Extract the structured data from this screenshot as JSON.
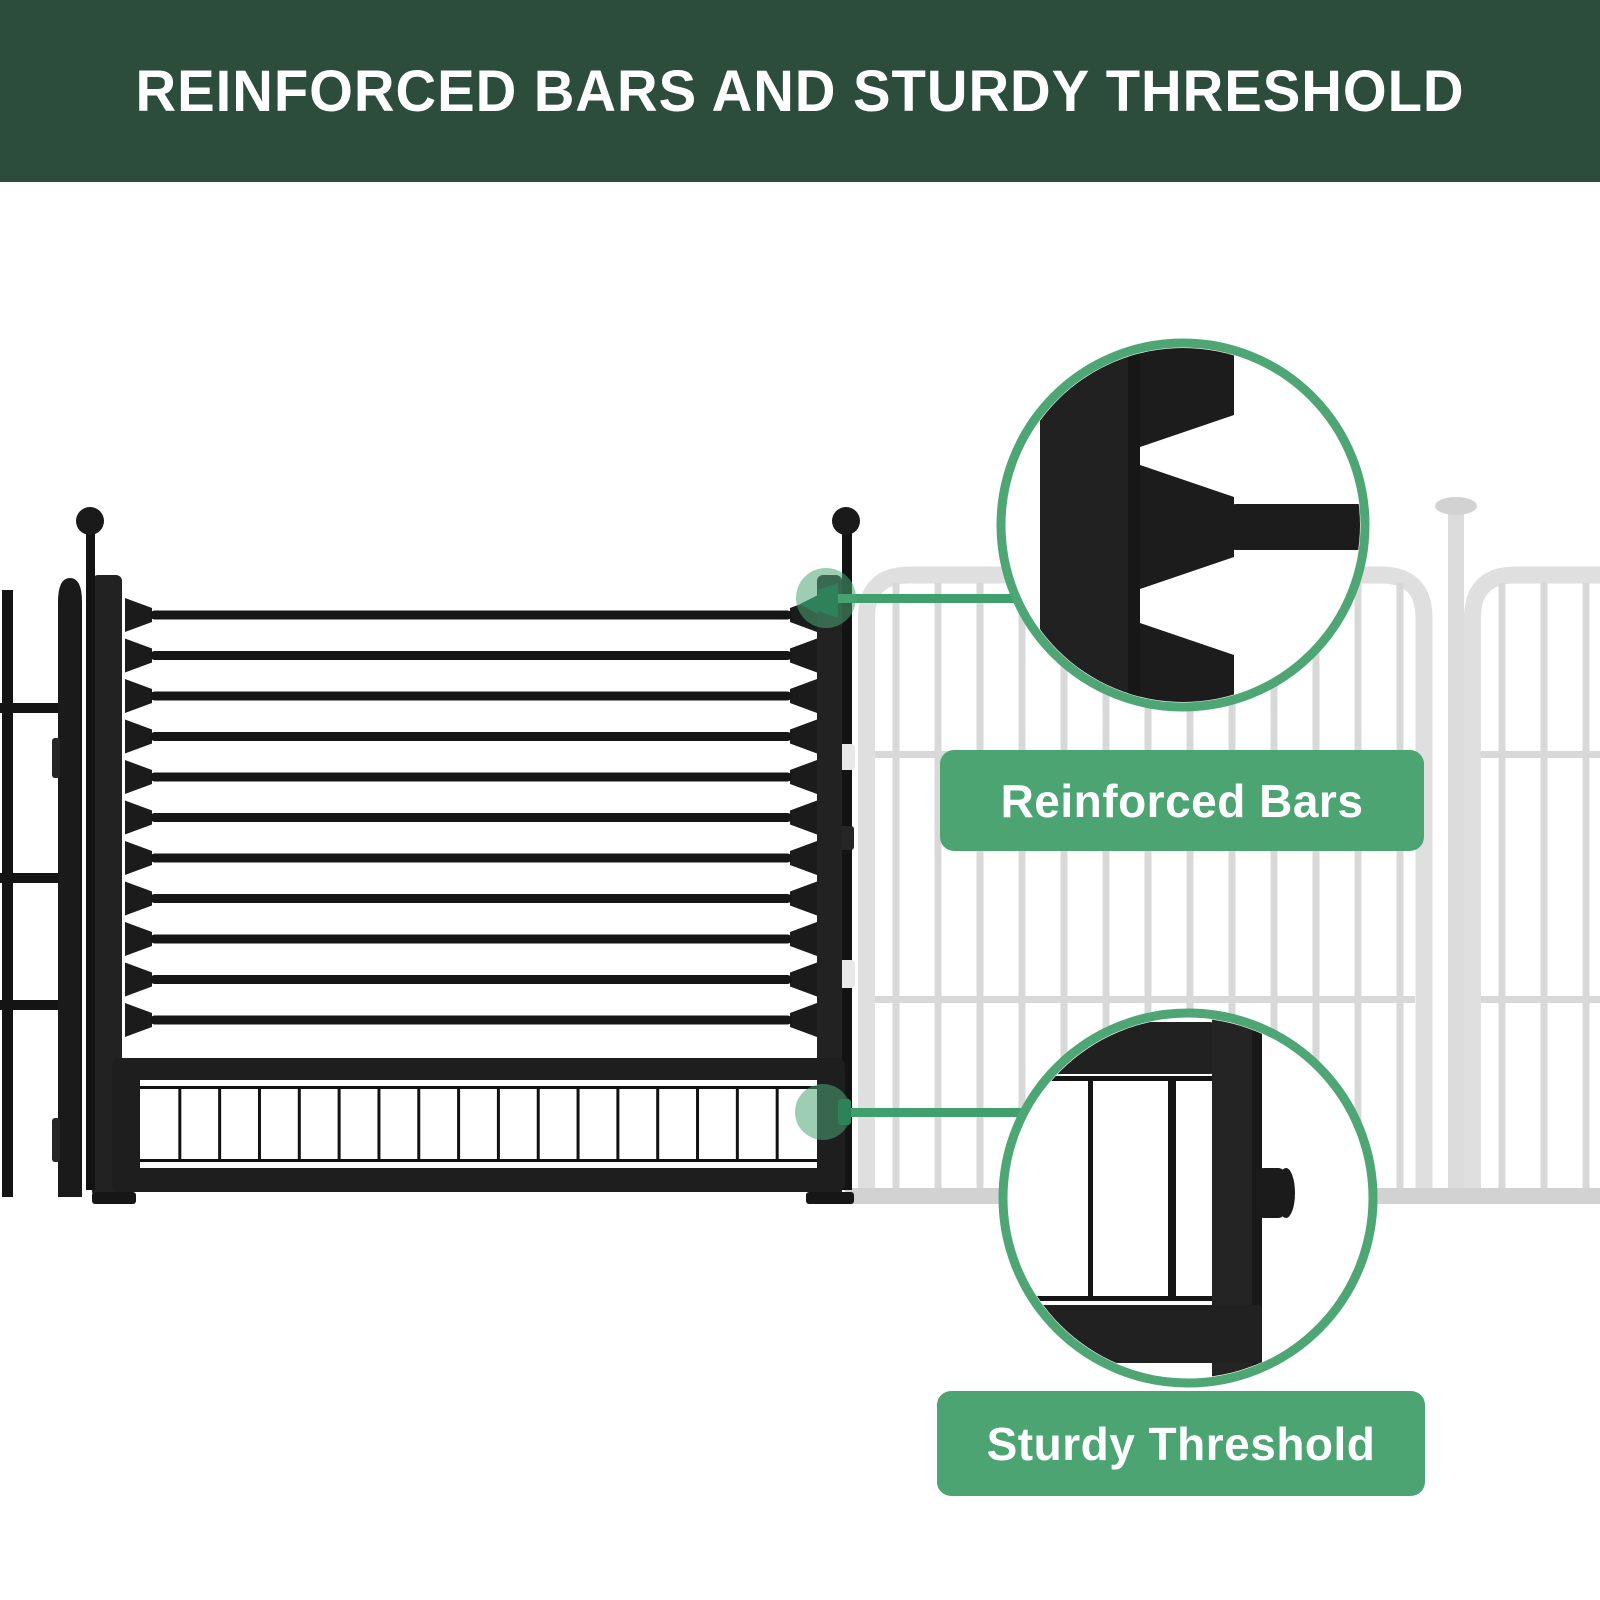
{
  "banner": {
    "title": "REINFORCED BARS AND STURDY THRESHOLD"
  },
  "callouts": {
    "reinforced_bars": {
      "label": "Reinforced Bars"
    },
    "sturdy_threshold": {
      "label": "Sturdy Threshold"
    }
  },
  "scene": {
    "gate_bar_count": 11,
    "threshold_wire_count": 16,
    "white_panel1_wire_count": 13,
    "white_panel2_wire_xs": [
      1502,
      1544,
      1586
    ],
    "zoom_circles": [
      "reinforced-bar-joint-closeup",
      "threshold-corner-closeup"
    ]
  },
  "colors": {
    "banner-green": "#2C4C3C",
    "label-green": "#4CA473",
    "line-green": "#3FA06E",
    "circle-green": "#4DA674",
    "glyph-green": "#2F8159",
    "dot-green": "rgba(77,166,116,0.55)",
    "gate-black": "#1E1E1E",
    "gate-dark": "#141414",
    "fence-frame-gray": "#DFDFDF",
    "fence-wire-gray": "#D8D8D8",
    "fence-rail-gray": "#D2D2D2"
  }
}
